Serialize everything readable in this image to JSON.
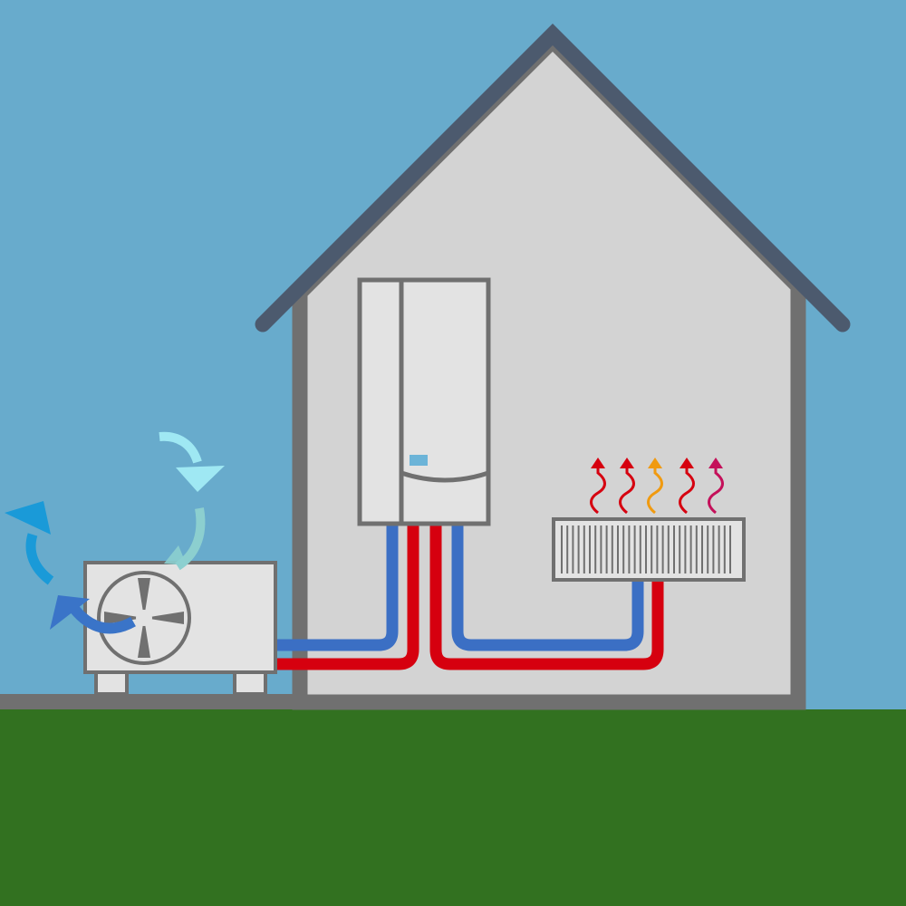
{
  "colors": {
    "sky": "#68abcc",
    "ground": "#327120",
    "house_wall": "#d3d3d3",
    "house_outline": "#707070",
    "roof": "#4c5a6e",
    "unit_body": "#e3e3e3",
    "unit_outline": "#707070",
    "fan_blade": "#707070",
    "pipe_cold": "#3b6fc4",
    "pipe_hot": "#d6000f",
    "indicator": "#6cb4d8",
    "air_light": "#9fe8f3",
    "air_pale": "#8ccfcf",
    "air_mid": "#1a9ad8",
    "air_dark": "#3a74c8",
    "heat_red": "#d6000f",
    "heat_orange": "#f09a10",
    "heat_magenta": "#c4105a"
  },
  "icons": {
    "outdoor_unit": "heat-pump-outdoor-unit-icon",
    "fan": "fan-icon",
    "indoor_unit": "indoor-heat-pump-unit-icon",
    "radiator": "radiator-icon",
    "air_flow": "air-flow-arrow-icon",
    "heat_wave": "heat-wave-arrow-icon"
  },
  "heat_waves": [
    {
      "color_key": "heat_red"
    },
    {
      "color_key": "heat_red"
    },
    {
      "color_key": "heat_orange"
    },
    {
      "color_key": "heat_red"
    },
    {
      "color_key": "heat_magenta"
    }
  ]
}
